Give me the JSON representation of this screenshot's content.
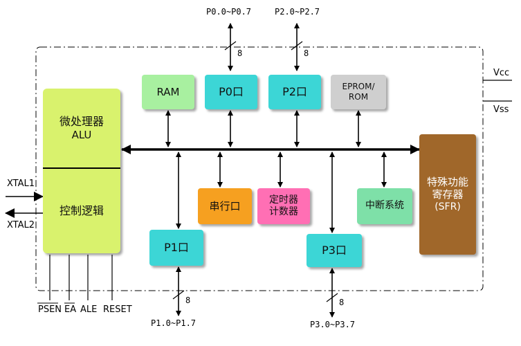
{
  "blocks": {
    "cpu": {
      "line1": "微处理器",
      "line2": "ALU",
      "ctrl": "控制逻辑",
      "color": "#d9f26d"
    },
    "ram": {
      "label": "RAM",
      "color": "#a8f0a0"
    },
    "p0": {
      "label": "P0口",
      "color": "#3cd6d6"
    },
    "p2": {
      "label": "P2口",
      "color": "#3cd6d6"
    },
    "eprom": {
      "line1": "EPROM/",
      "line2": "ROM",
      "color": "#cfcfcf"
    },
    "sfr": {
      "line1": "特殊功能",
      "line2": "寄存器",
      "line3": "(SFR)",
      "color": "#a0672a"
    },
    "serial": {
      "label": "串行口",
      "color": "#f6a020"
    },
    "timer": {
      "line1": "定时器",
      "line2": "计数器",
      "color": "#ff6fb4"
    },
    "interrupt": {
      "label": "中断系统",
      "color": "#7ee0a8"
    },
    "p1": {
      "label": "P1口",
      "color": "#3cd6d6"
    },
    "p3": {
      "label": "P3口",
      "color": "#3cd6d6"
    }
  },
  "ports": {
    "p0": "P0.0~P0.7",
    "p2": "P2.0~P2.7",
    "p1": "P1.0~P1.7",
    "p3": "P3.0~P3.7",
    "bus_width": "8"
  },
  "pins": {
    "vcc": "Vcc",
    "vss": "Vss",
    "xtal1": "XTAL1",
    "xtal2": "XTAL2",
    "psen": "PSEN",
    "ea": "EA",
    "ale": "ALE",
    "reset": "RESET"
  }
}
